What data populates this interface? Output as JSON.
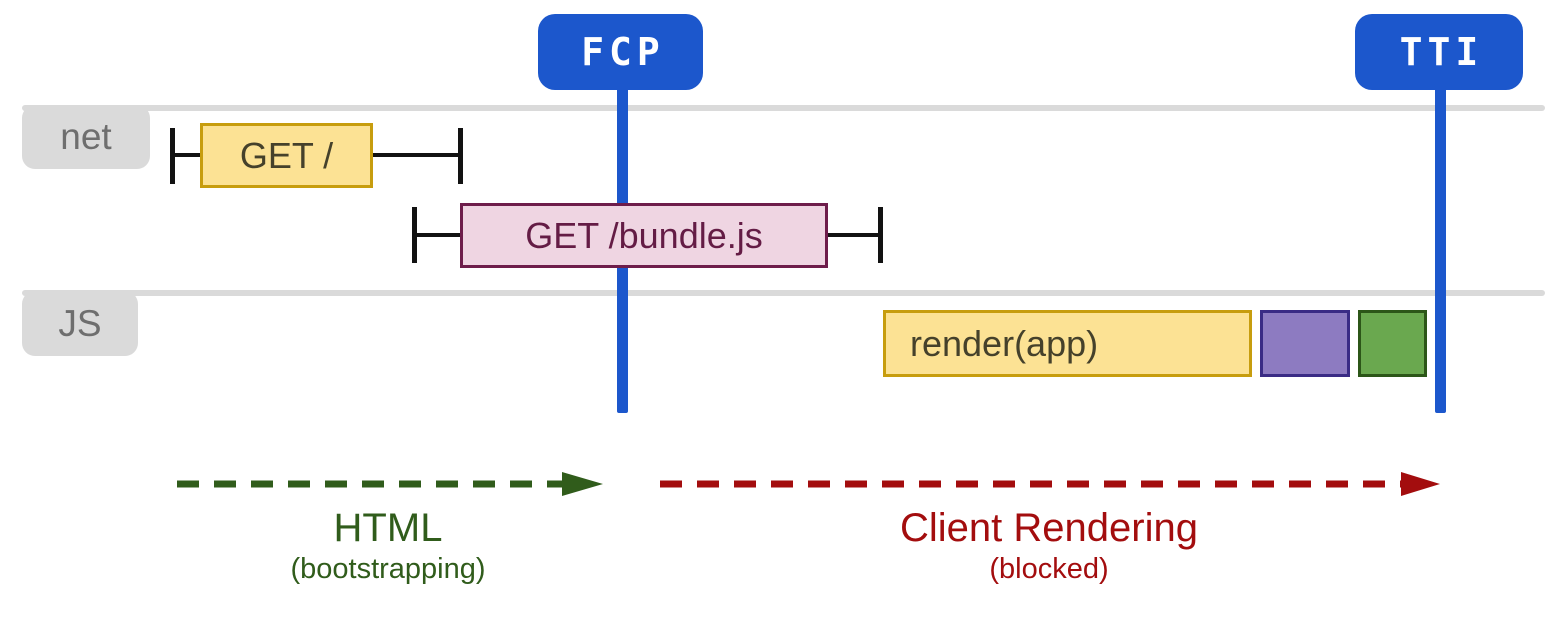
{
  "diagram": {
    "title_semantic": "Client-side rendering performance timeline",
    "markers": [
      {
        "id": "fcp",
        "label": "FCP"
      },
      {
        "id": "tti",
        "label": "TTI"
      }
    ],
    "lanes": [
      {
        "id": "net",
        "label": "net"
      },
      {
        "id": "js",
        "label": "JS"
      }
    ],
    "network_requests": [
      {
        "label": "GET /",
        "style": "yellow"
      },
      {
        "label": "GET /bundle.js",
        "style": "pink"
      }
    ],
    "js_tasks": [
      {
        "label": "render(app)",
        "style": "yellow"
      },
      {
        "label": "",
        "style": "purple"
      },
      {
        "label": "",
        "style": "green"
      }
    ],
    "phases": [
      {
        "id": "html",
        "label": "HTML",
        "sublabel": "(bootstrapping)",
        "color": "#305c1b"
      },
      {
        "id": "client-rendering",
        "label": "Client Rendering",
        "sublabel": "(blocked)",
        "color": "#a30d0e"
      }
    ],
    "colors": {
      "marker_blue": "#1c57cc",
      "lane_gray": "#dadada",
      "lane_label_text": "#6e6e6e",
      "task_yellow_fill": "#fce294",
      "task_yellow_border": "#c79d0e",
      "request_pink_fill": "#efd5e2",
      "request_pink_border": "#6e1d4b",
      "purple_fill": "#8d7bc1",
      "purple_border": "#3a2b85",
      "green_fill": "#6aa84f",
      "green_border": "#2c5618",
      "whisker_black": "#121212"
    }
  }
}
